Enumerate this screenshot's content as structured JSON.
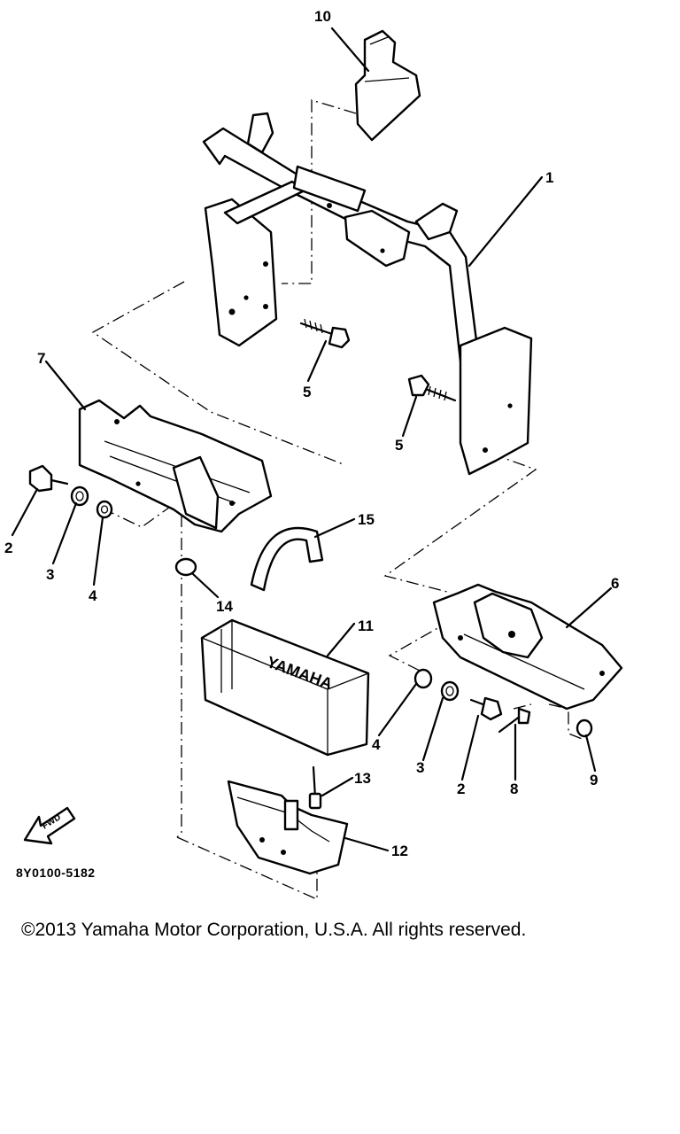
{
  "diagram": {
    "callouts": [
      {
        "id": "1",
        "label": "1"
      },
      {
        "id": "2a",
        "label": "2"
      },
      {
        "id": "2b",
        "label": "2"
      },
      {
        "id": "3a",
        "label": "3"
      },
      {
        "id": "3b",
        "label": "3"
      },
      {
        "id": "4a",
        "label": "4"
      },
      {
        "id": "4b",
        "label": "4"
      },
      {
        "id": "5a",
        "label": "5"
      },
      {
        "id": "5b",
        "label": "5"
      },
      {
        "id": "6",
        "label": "6"
      },
      {
        "id": "7",
        "label": "7"
      },
      {
        "id": "8",
        "label": "8"
      },
      {
        "id": "9",
        "label": "9"
      },
      {
        "id": "10",
        "label": "10"
      },
      {
        "id": "11",
        "label": "11"
      },
      {
        "id": "12",
        "label": "12"
      },
      {
        "id": "13",
        "label": "13"
      },
      {
        "id": "14",
        "label": "14"
      },
      {
        "id": "15",
        "label": "15"
      }
    ],
    "drawing_code": "8Y0100-5182",
    "fwd_label": "FWD",
    "battery_brand": "YAMAHA"
  },
  "footer": {
    "copyright": "©2013 Yamaha Motor Corporation, U.S.A. All rights reserved."
  }
}
